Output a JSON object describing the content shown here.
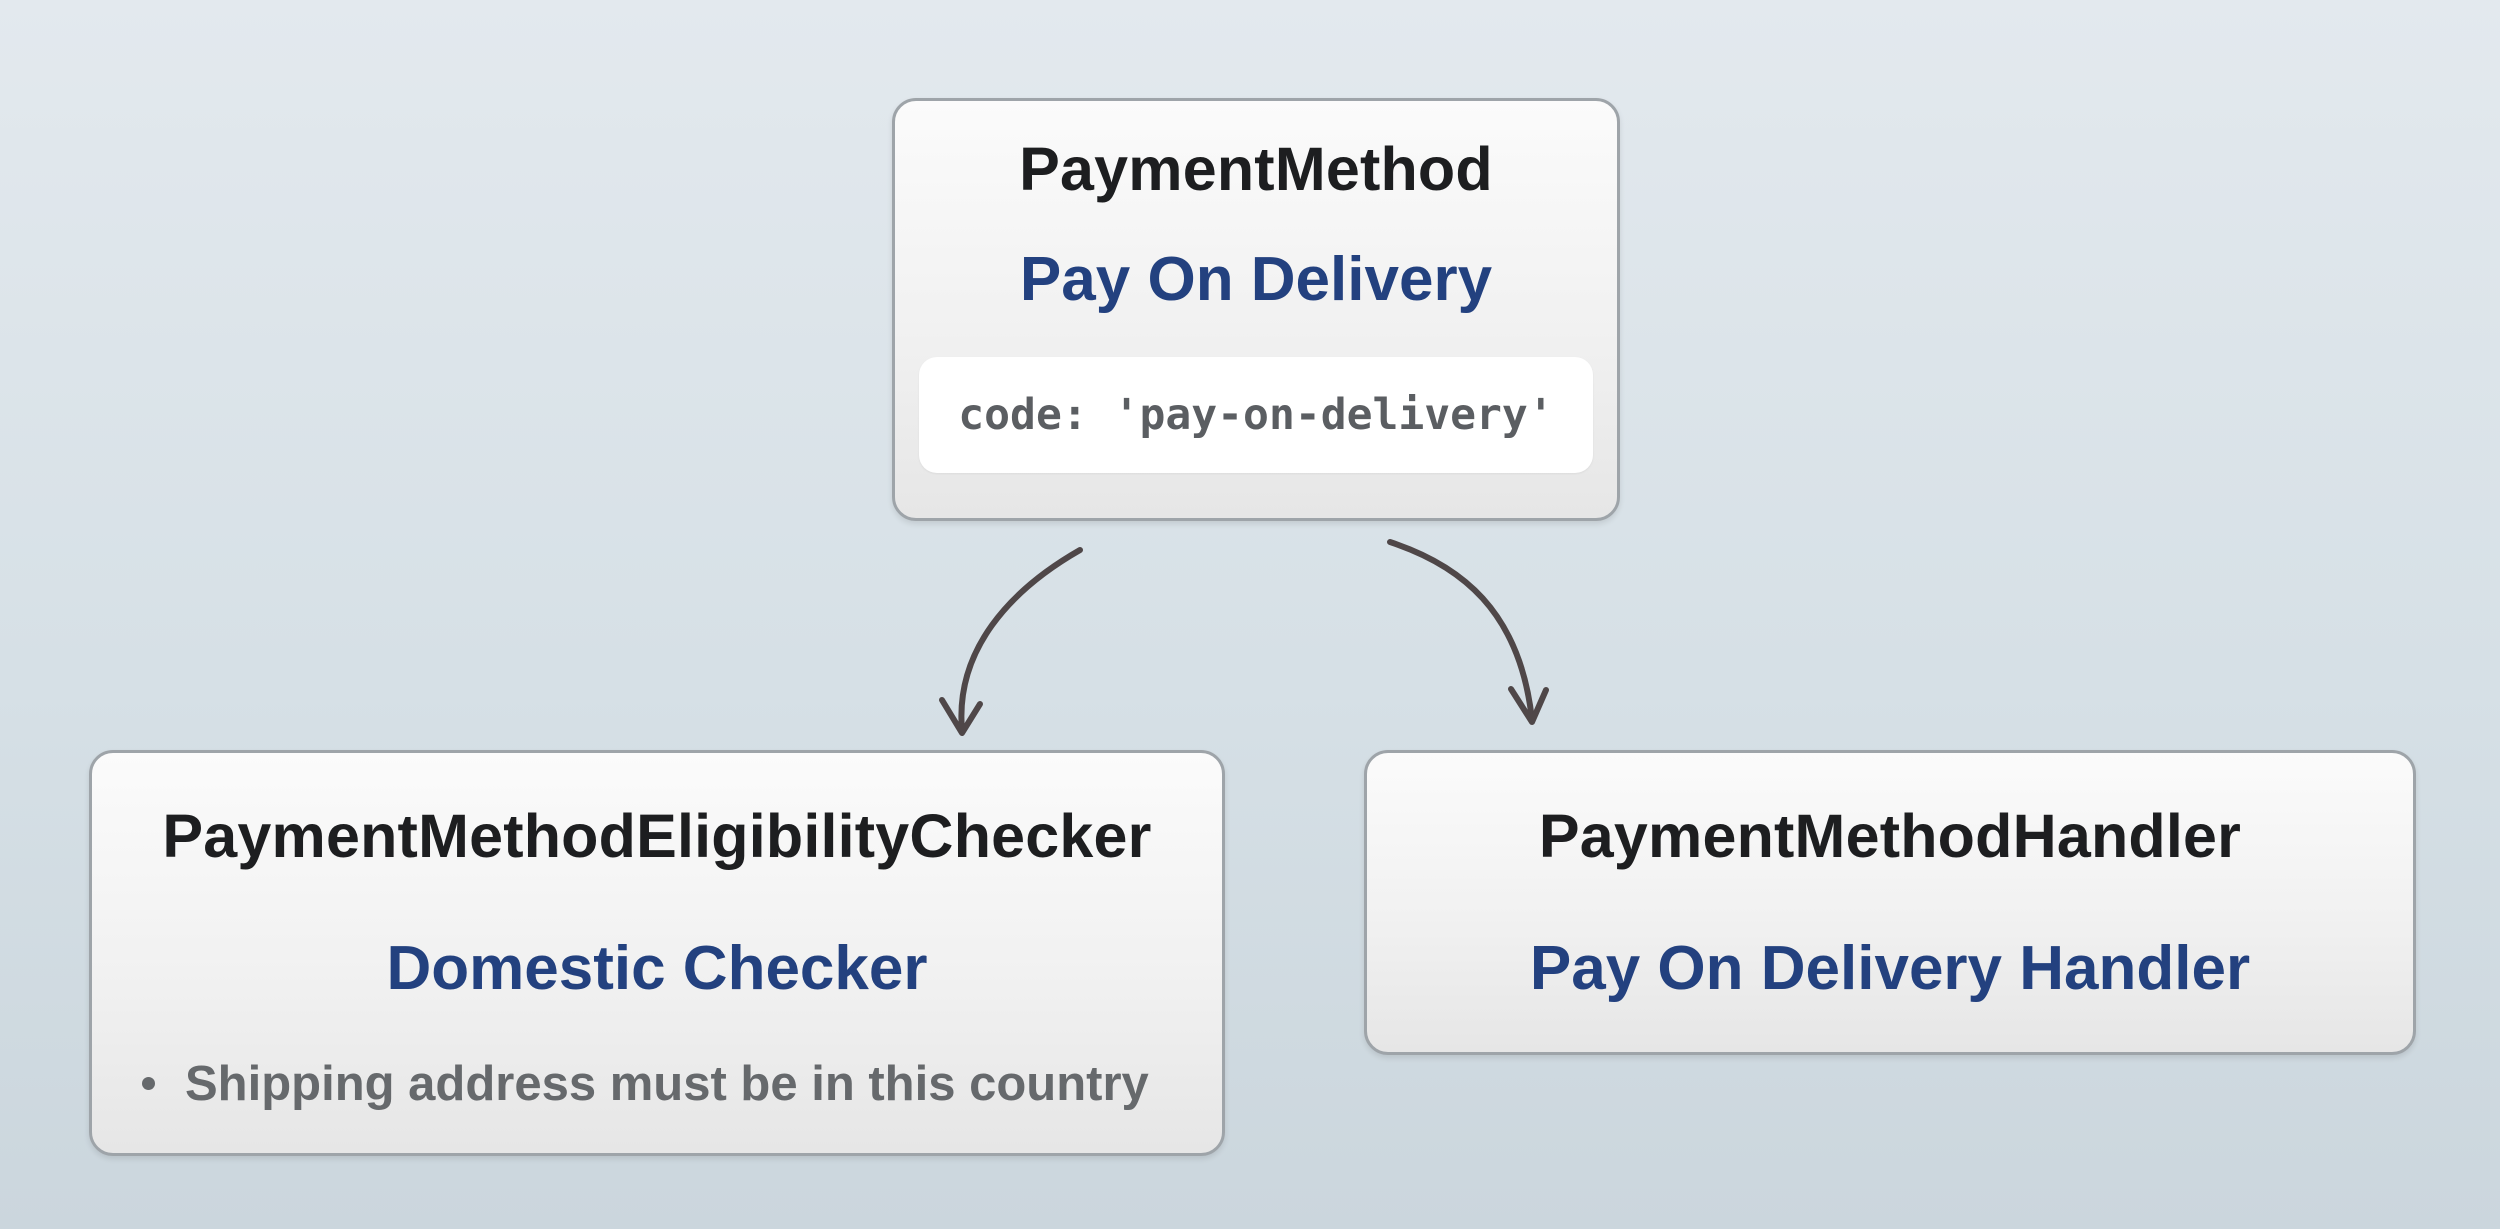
{
  "payment_method": {
    "title": "PaymentMethod",
    "name": "Pay On Delivery",
    "code": "code: 'pay-on-delivery'"
  },
  "eligibility_checker": {
    "title": "PaymentMethodEligibilityChecker",
    "name": "Domestic Checker",
    "rules": [
      "Shipping address must be in this country"
    ]
  },
  "handler": {
    "title": "PaymentMethodHandler",
    "name": "Pay On Delivery Handler"
  },
  "colors": {
    "title_text": "#1d1e20",
    "accent_blue": "#23417f",
    "muted_text": "#66696c",
    "arrow": "#4f4748",
    "card_border": "#9ea4a9"
  }
}
